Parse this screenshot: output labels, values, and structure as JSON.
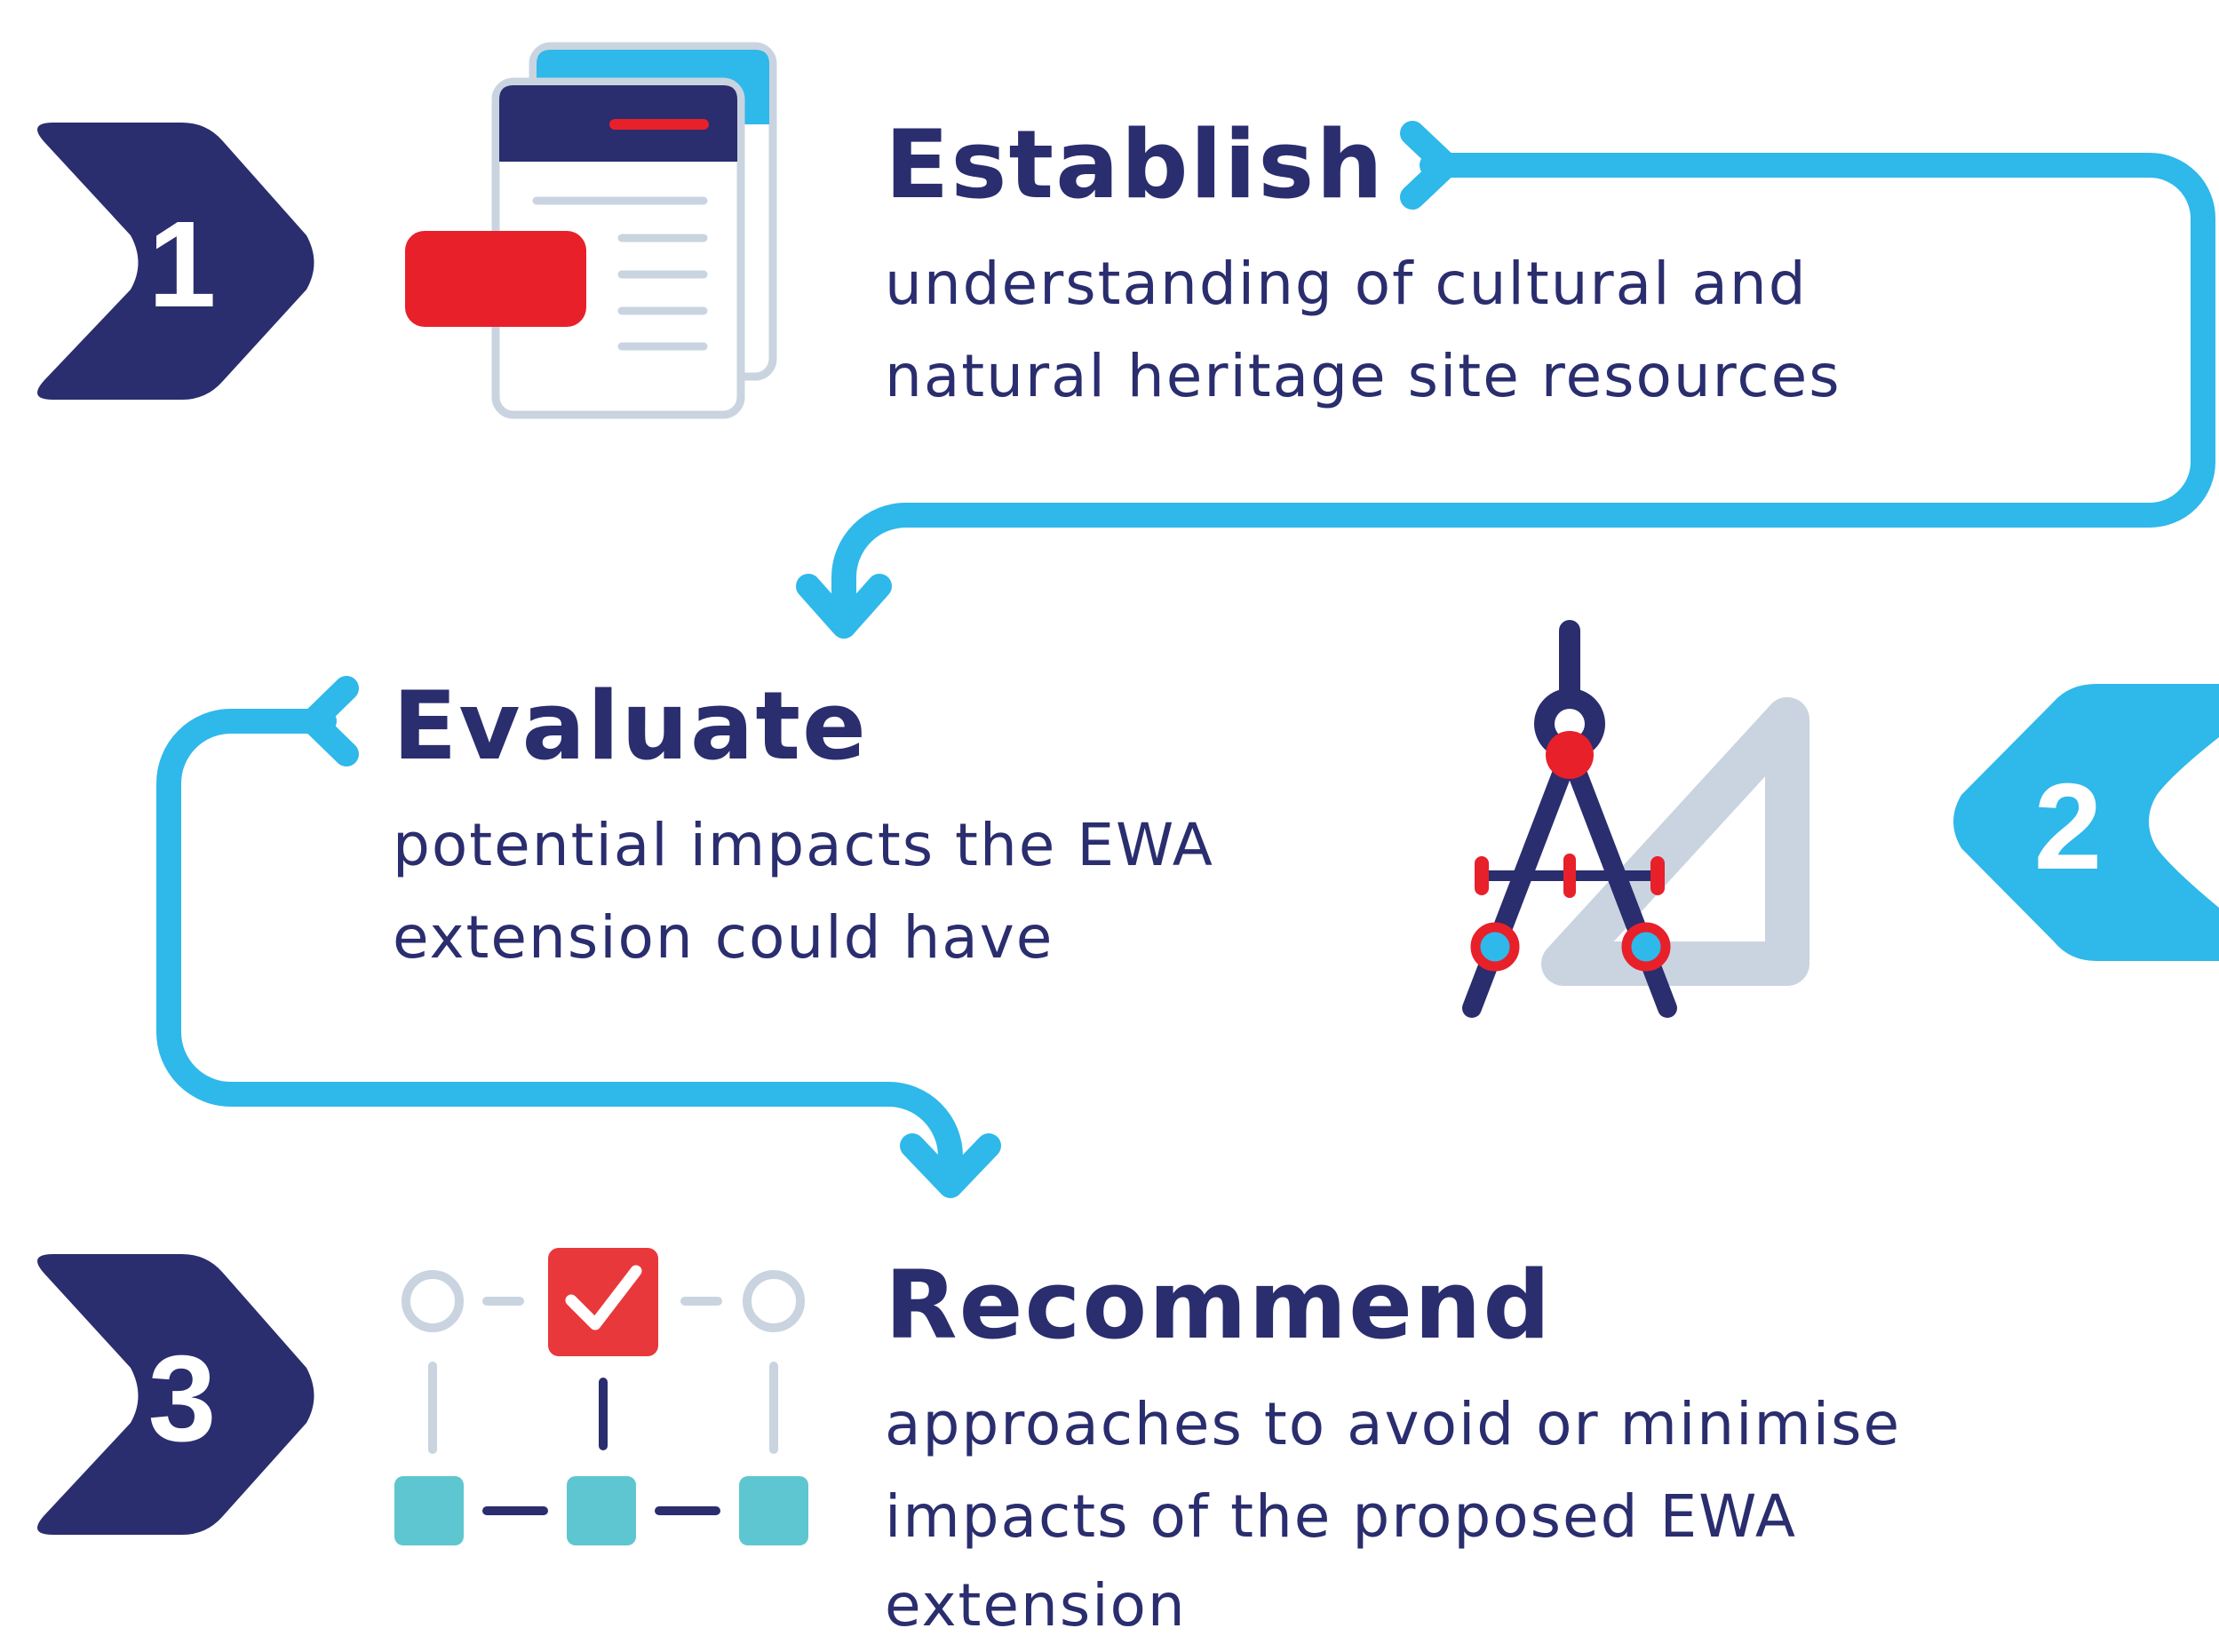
{
  "steps": [
    {
      "number": "1",
      "title": "Establish",
      "lines": [
        "understanding of cultural and",
        "natural heritage site resources"
      ],
      "icon": "documents-icon"
    },
    {
      "number": "2",
      "title": "Evaluate",
      "lines": [
        "potential impacts the EWA",
        "extension could have"
      ],
      "icon": "compass-ruler-icon"
    },
    {
      "number": "3",
      "title": "Recommend",
      "lines": [
        "approaches to avoid or minimise",
        "impacts of the proposed EWA",
        "extension"
      ],
      "icon": "decision-tree-icon"
    }
  ],
  "colors": {
    "navy": "#2a2d6e",
    "light_blue": "#2fb8ea",
    "red": "#e8202a",
    "grey": "#c9d4e0",
    "teal": "#5ec6d0",
    "white": "#ffffff"
  }
}
